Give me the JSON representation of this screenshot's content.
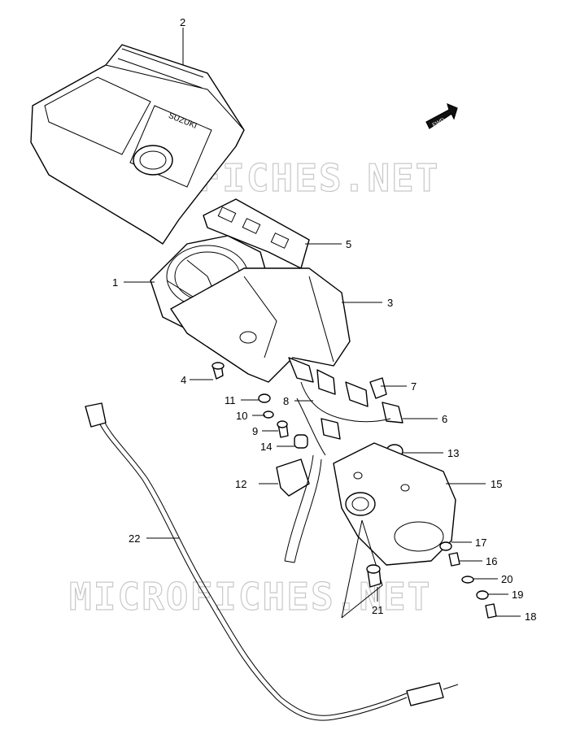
{
  "watermark": "MICROFICHES.NET",
  "fwd_badge": "FWD",
  "brand_mark": "SUZUKI",
  "callouts": [
    "1",
    "2",
    "3",
    "4",
    "5",
    "6",
    "7",
    "8",
    "9",
    "10",
    "11",
    "12",
    "13",
    "14",
    "15",
    "16",
    "17",
    "18",
    "19",
    "20",
    "21",
    "22"
  ]
}
